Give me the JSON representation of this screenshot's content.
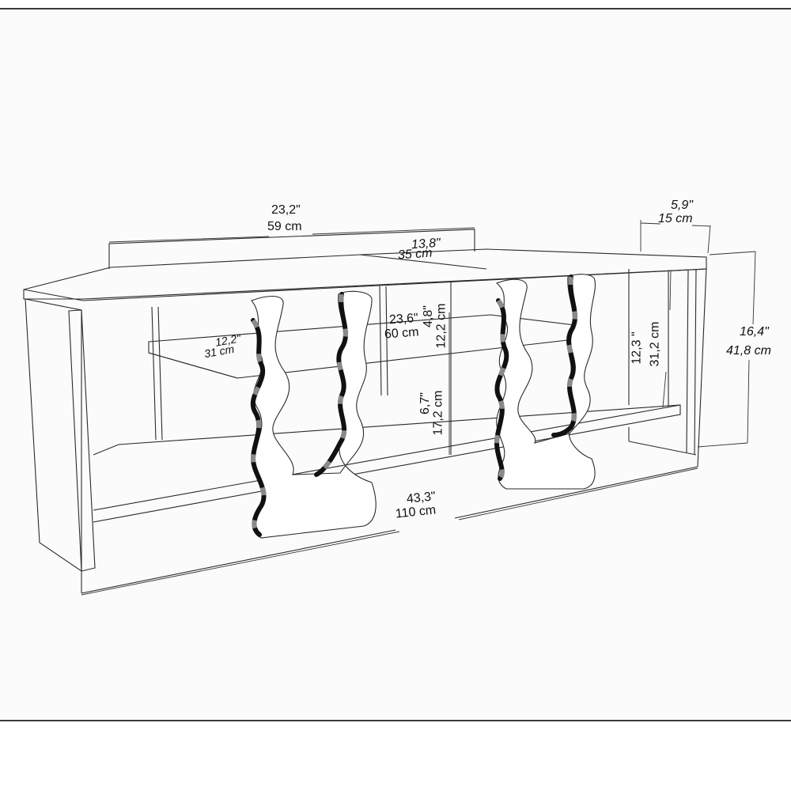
{
  "diagram": {
    "subject": "Corner TV stand with wavy legs",
    "line_color": "#2a2a2a",
    "background": "#fbfbfb",
    "frame_color": "#3a3a3a"
  },
  "dimensions": {
    "top_back_width": {
      "inch": "23,2\"",
      "cm": "59 cm"
    },
    "top_depth_mid": {
      "inch": "13,8\"",
      "cm": "35 cm"
    },
    "side_depth": {
      "inch": "5,9\"",
      "cm": "15 cm"
    },
    "total_height": {
      "inch": "16,4\"",
      "cm": "41,8 cm"
    },
    "right_compartment_height": {
      "inch": "12,3 \"",
      "cm": "31,2 cm"
    },
    "shelf_width": {
      "inch": "23,6\"",
      "cm": "60 cm"
    },
    "shelf_depth": {
      "inch": "12,2\"",
      "cm": "31 cm"
    },
    "upper_gap": {
      "inch": "4,8\"",
      "cm": "12,2 cm"
    },
    "lower_gap": {
      "inch": "6,7\"",
      "cm": "17,2 cm"
    },
    "total_width": {
      "inch": "43,3\"",
      "cm": "110 cm"
    }
  }
}
